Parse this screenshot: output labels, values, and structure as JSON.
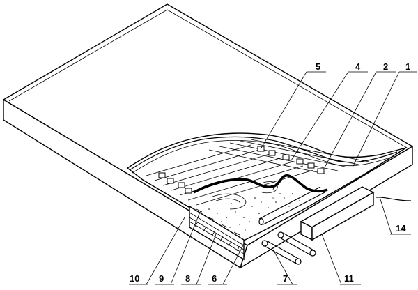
{
  "labels": {
    "l1": "1",
    "l2": "2",
    "l4": "4",
    "l5": "5",
    "l6": "6",
    "l7": "7",
    "l8": "8",
    "l9": "9",
    "l10": "10",
    "l11": "11",
    "l14": "14"
  }
}
